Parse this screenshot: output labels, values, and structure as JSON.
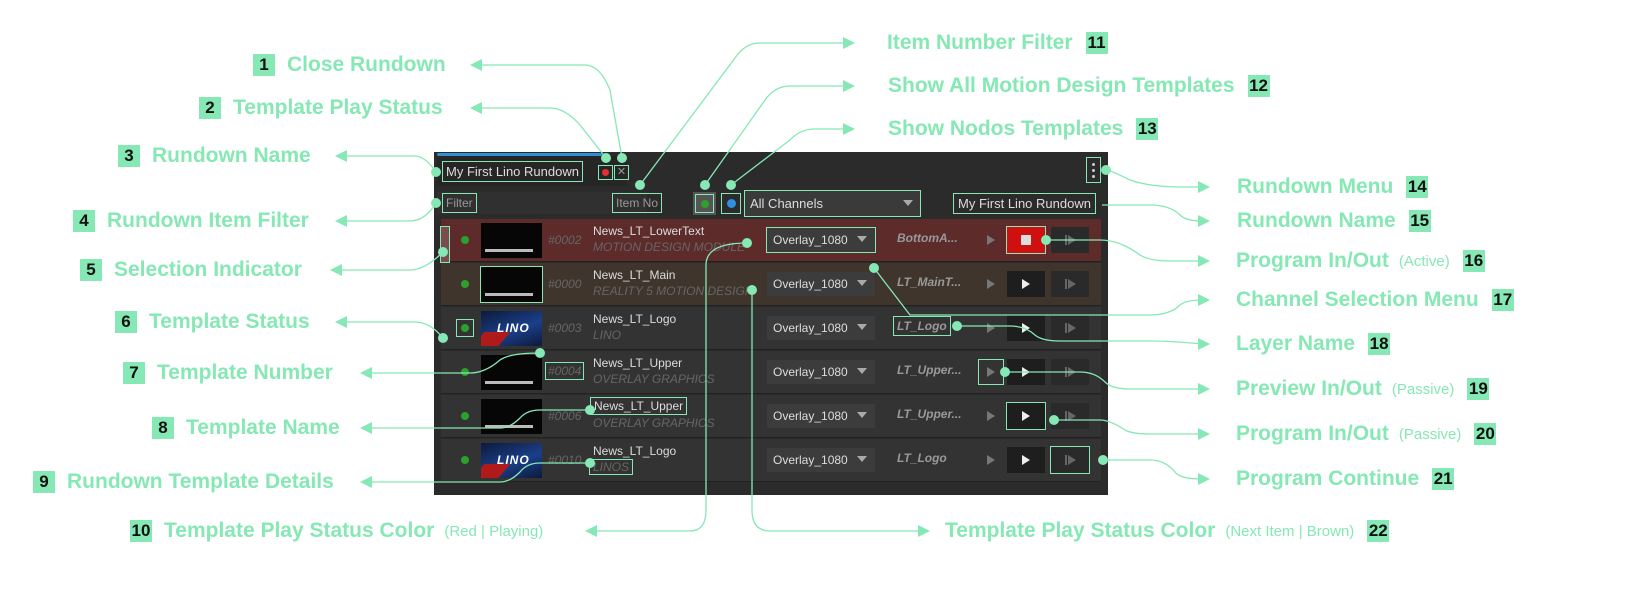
{
  "panel": {
    "rundown_name": "My First Lino Rundown",
    "filter_placeholder": "Filter",
    "item_no_placeholder": "Item No",
    "channel_select": "All Channels",
    "rundown_name_right": "My First Lino Rundown",
    "rows": [
      {
        "number": "#0002",
        "name": "News_LT_LowerText",
        "detail": "MOTION DESIGN MODULE",
        "channel": "Overlay_1080",
        "layer": "BottomA...",
        "thumb": "bar",
        "state": "playing"
      },
      {
        "number": "#0000",
        "name": "News_LT_Main",
        "detail": "REALITY 5 MOTION DESIGN",
        "channel": "Overlay_1080",
        "layer": "LT_MainT...",
        "thumb": "bar",
        "state": "next"
      },
      {
        "number": "#0003",
        "name": "News_LT_Logo",
        "detail": "LINO",
        "channel": "Overlay_1080",
        "layer": "LT_Logo",
        "thumb": "logo",
        "thumb_text": "LINO",
        "state": "idle"
      },
      {
        "number": "#0004",
        "name": "News_LT_Upper",
        "detail": "OVERLAY GRAPHICS",
        "channel": "Overlay_1080",
        "layer": "LT_Upper...",
        "thumb": "bar",
        "state": "idle"
      },
      {
        "number": "#0006",
        "name": "News_LT_Upper",
        "detail": "OVERLAY GRAPHICS",
        "channel": "Overlay_1080",
        "layer": "LT_Upper...",
        "thumb": "bar",
        "state": "idle"
      },
      {
        "number": "#0010",
        "name": "News_LT_Logo",
        "detail": "LINOS",
        "channel": "Overlay_1080",
        "layer": "LT_Logo",
        "thumb": "logo",
        "thumb_text": "LINO",
        "state": "idle"
      }
    ]
  },
  "annotations": [
    {
      "n": "1",
      "label": "Close Rundown"
    },
    {
      "n": "2",
      "label": "Template Play Status"
    },
    {
      "n": "3",
      "label": "Rundown Name"
    },
    {
      "n": "4",
      "label": "Rundown Item Filter"
    },
    {
      "n": "5",
      "label": "Selection Indicator"
    },
    {
      "n": "6",
      "label": "Template Status"
    },
    {
      "n": "7",
      "label": "Template Number"
    },
    {
      "n": "8",
      "label": "Template Name"
    },
    {
      "n": "9",
      "label": "Rundown Template Details"
    },
    {
      "n": "10",
      "label": "Template Play Status Color",
      "sub": "(Red | Playing)"
    },
    {
      "n": "11",
      "label": "Item Number Filter"
    },
    {
      "n": "12",
      "label": "Show All Motion Design Templates"
    },
    {
      "n": "13",
      "label": "Show Nodos Templates"
    },
    {
      "n": "14",
      "label": "Rundown Menu"
    },
    {
      "n": "15",
      "label": "Rundown Name"
    },
    {
      "n": "16",
      "label": "Program In/Out",
      "sub": "(Active)"
    },
    {
      "n": "17",
      "label": "Channel Selection Menu"
    },
    {
      "n": "18",
      "label": "Layer Name"
    },
    {
      "n": "19",
      "label": "Preview In/Out",
      "sub": "(Passive)"
    },
    {
      "n": "20",
      "label": "Program In/Out",
      "sub": "(Passive)"
    },
    {
      "n": "21",
      "label": "Program Continue"
    },
    {
      "n": "22",
      "label": "Template Play Status Color",
      "sub": "(Next Item | Brown)"
    }
  ],
  "colors": {
    "accent": "#86e8b4",
    "playing_row": "#5e2b2b",
    "next_row": "#3f352c",
    "stop_button": "#d01010",
    "tab_line": "#2d8fd6"
  }
}
